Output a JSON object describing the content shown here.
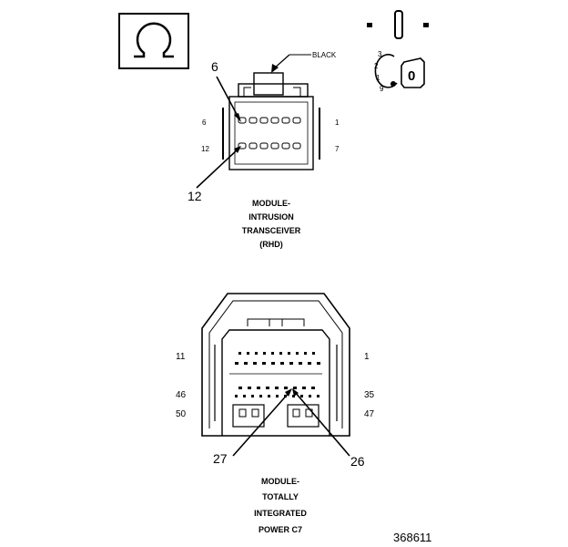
{
  "ohm_symbol": "Ω",
  "key_switch": {
    "positions": [
      "3",
      "2",
      "1",
      "9"
    ],
    "key_label": "0"
  },
  "connector_top": {
    "color_label": "BLACK",
    "callout_top": "6",
    "callout_bottom": "12",
    "pin_row1_left": "6",
    "pin_row1_right": "1",
    "pin_row2_left": "12",
    "pin_row2_right": "7",
    "caption_lines": [
      "MODULE-",
      "INTRUSION",
      "TRANSCEIVER",
      "(RHD)"
    ]
  },
  "connector_bottom": {
    "pin_top_left": "11",
    "pin_top_right": "1",
    "pin_mid_left": "46",
    "pin_mid_right": "35",
    "pin_bot_left": "50",
    "pin_bot_right": "47",
    "callout_left": "27",
    "callout_right": "26",
    "caption_lines": [
      "MODULE-",
      "TOTALLY",
      "INTEGRATED",
      "POWER C7"
    ]
  },
  "figure_id": "368611"
}
